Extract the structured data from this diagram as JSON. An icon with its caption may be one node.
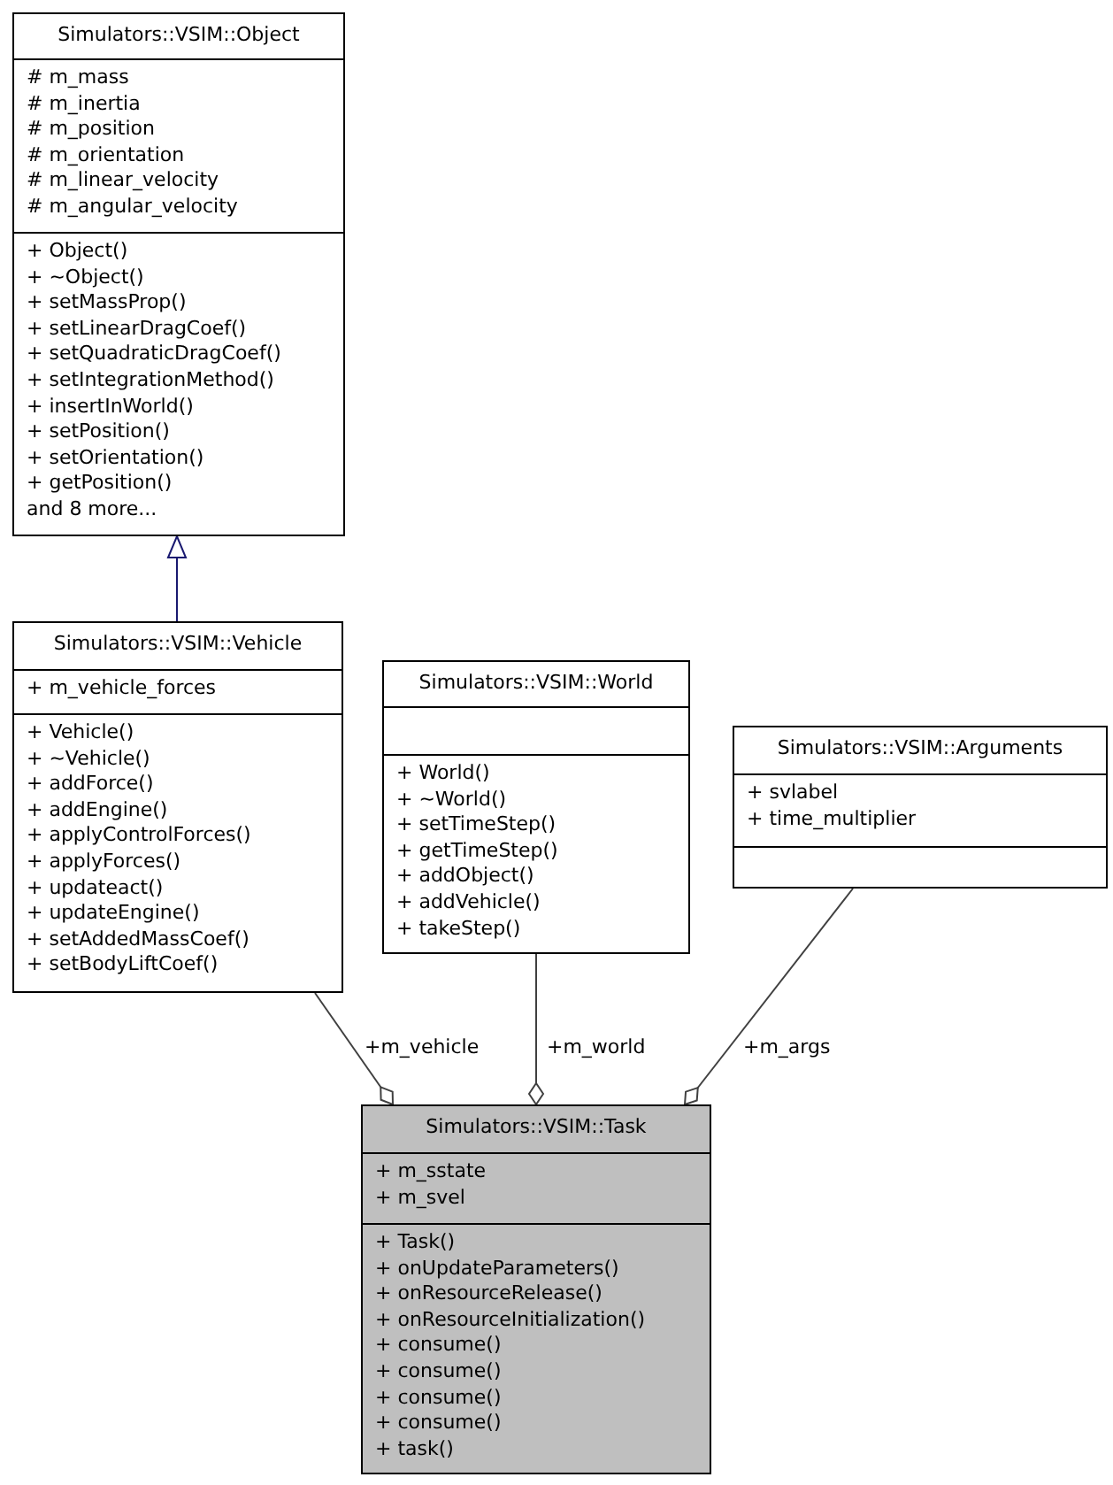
{
  "diagram": {
    "nodes": [
      {
        "text": [
          "Simulators::VSIM::Object"
        ]
      },
      {
        "text": [
          "# m_mass",
          "# m_inertia",
          "# m_position",
          "# m_orientation",
          "# m_linear_velocity",
          "# m_angular_velocity"
        ],
        "in": 0
      },
      {
        "text": [
          "+ Object()",
          "+ ~Object()",
          "+ setMassProp()",
          "+ setLinearDragCoef()",
          "+ setQuadraticDragCoef()",
          "+ setIntegrationMethod()",
          "+ insertInWorld()",
          "+ setPosition()",
          "+ setOrientation()",
          "+ getPosition()",
          "and 8 more..."
        ],
        "in": 0
      },
      {
        "text": [
          "Simulators::VSIM::Vehicle"
        ]
      },
      {
        "text": [
          "+ m_vehicle_forces"
        ],
        "in": 3
      },
      {
        "text": [
          "+ Vehicle()",
          "+ ~Vehicle()",
          "+ addForce()",
          "+ addEngine()",
          "+ applyControlForces()",
          "+ applyForces()",
          "+ updateact()",
          "+ updateEngine()",
          "+ setAddedMassCoef()",
          "+ setBodyLiftCoef()"
        ],
        "in": 3
      },
      {
        "text": [
          "Simulators::VSIM::World"
        ]
      },
      {
        "text": [],
        "shape": "box",
        "in": 6
      },
      {
        "text": [
          "+ World()",
          "+ ~World()",
          "+ setTimeStep()",
          "+ getTimeStep()",
          "+ addObject()",
          "+ addVehicle()",
          "+ takeStep()"
        ],
        "in": 6
      },
      {
        "text": [
          "Simulators::VSIM::Arguments"
        ]
      },
      {
        "text": [
          "+ svlabel",
          "+ time_multiplier"
        ],
        "in": 9
      },
      {
        "text": [],
        "shape": "box",
        "in": 9
      },
      {
        "text": [
          "Simulators::VSIM::Task"
        ]
      },
      {
        "text": [
          "+ m_sstate",
          "+ m_svel"
        ],
        "in": 12
      },
      {
        "text": [
          "+ Task()",
          "+ onUpdateParameters()",
          "+ onResourceRelease()",
          "+ onResourceInitialization()",
          "+ consume()",
          "+ consume()",
          "+ consume()",
          "+ consume()",
          "+ task()"
        ],
        "in": 12
      }
    ],
    "edges": [
      {
        "from": 3,
        "to": 0,
        "arrow": "to",
        "color": "#191970"
      },
      {
        "from": 3,
        "to": 12,
        "arrow": "other",
        "label": "+m_vehicle"
      },
      {
        "from": 6,
        "to": 12,
        "arrow": "other",
        "label": "+m_world"
      },
      {
        "from": 9,
        "to": 12,
        "arrow": "other",
        "label": "+m_args"
      }
    ]
  }
}
